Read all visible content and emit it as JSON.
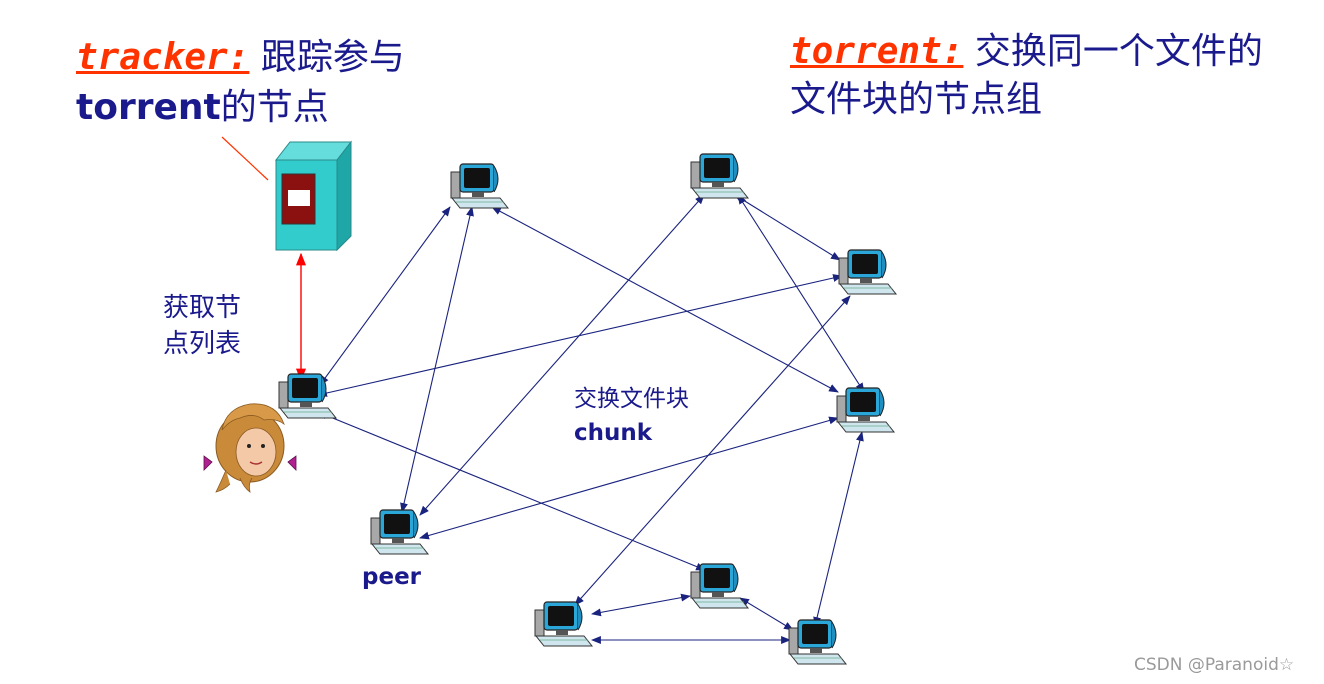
{
  "tracker": {
    "keyword": "tracker:",
    "line1_rest": "跟踪参与",
    "line2_bold": "torrent",
    "line2_rest": "的节点",
    "keyword_color": "#ff3300"
  },
  "torrent": {
    "keyword": "torrent:",
    "line1_rest": "交换同一个文件的",
    "line2": "文件块的节点组",
    "keyword_color": "#ff3300"
  },
  "labels": {
    "get_peer_list_line1": "获取节",
    "get_peer_list_line2": "点列表",
    "exchange_line1": "交换文件块",
    "exchange_line2": "chunk",
    "peer": "peer"
  },
  "watermark": "CSDN @Paranoid☆",
  "colors": {
    "text": "#1a1a8c",
    "link_line": "#1a237e",
    "tracker_link": "#ff0000",
    "server_body": "#33cccc"
  }
}
